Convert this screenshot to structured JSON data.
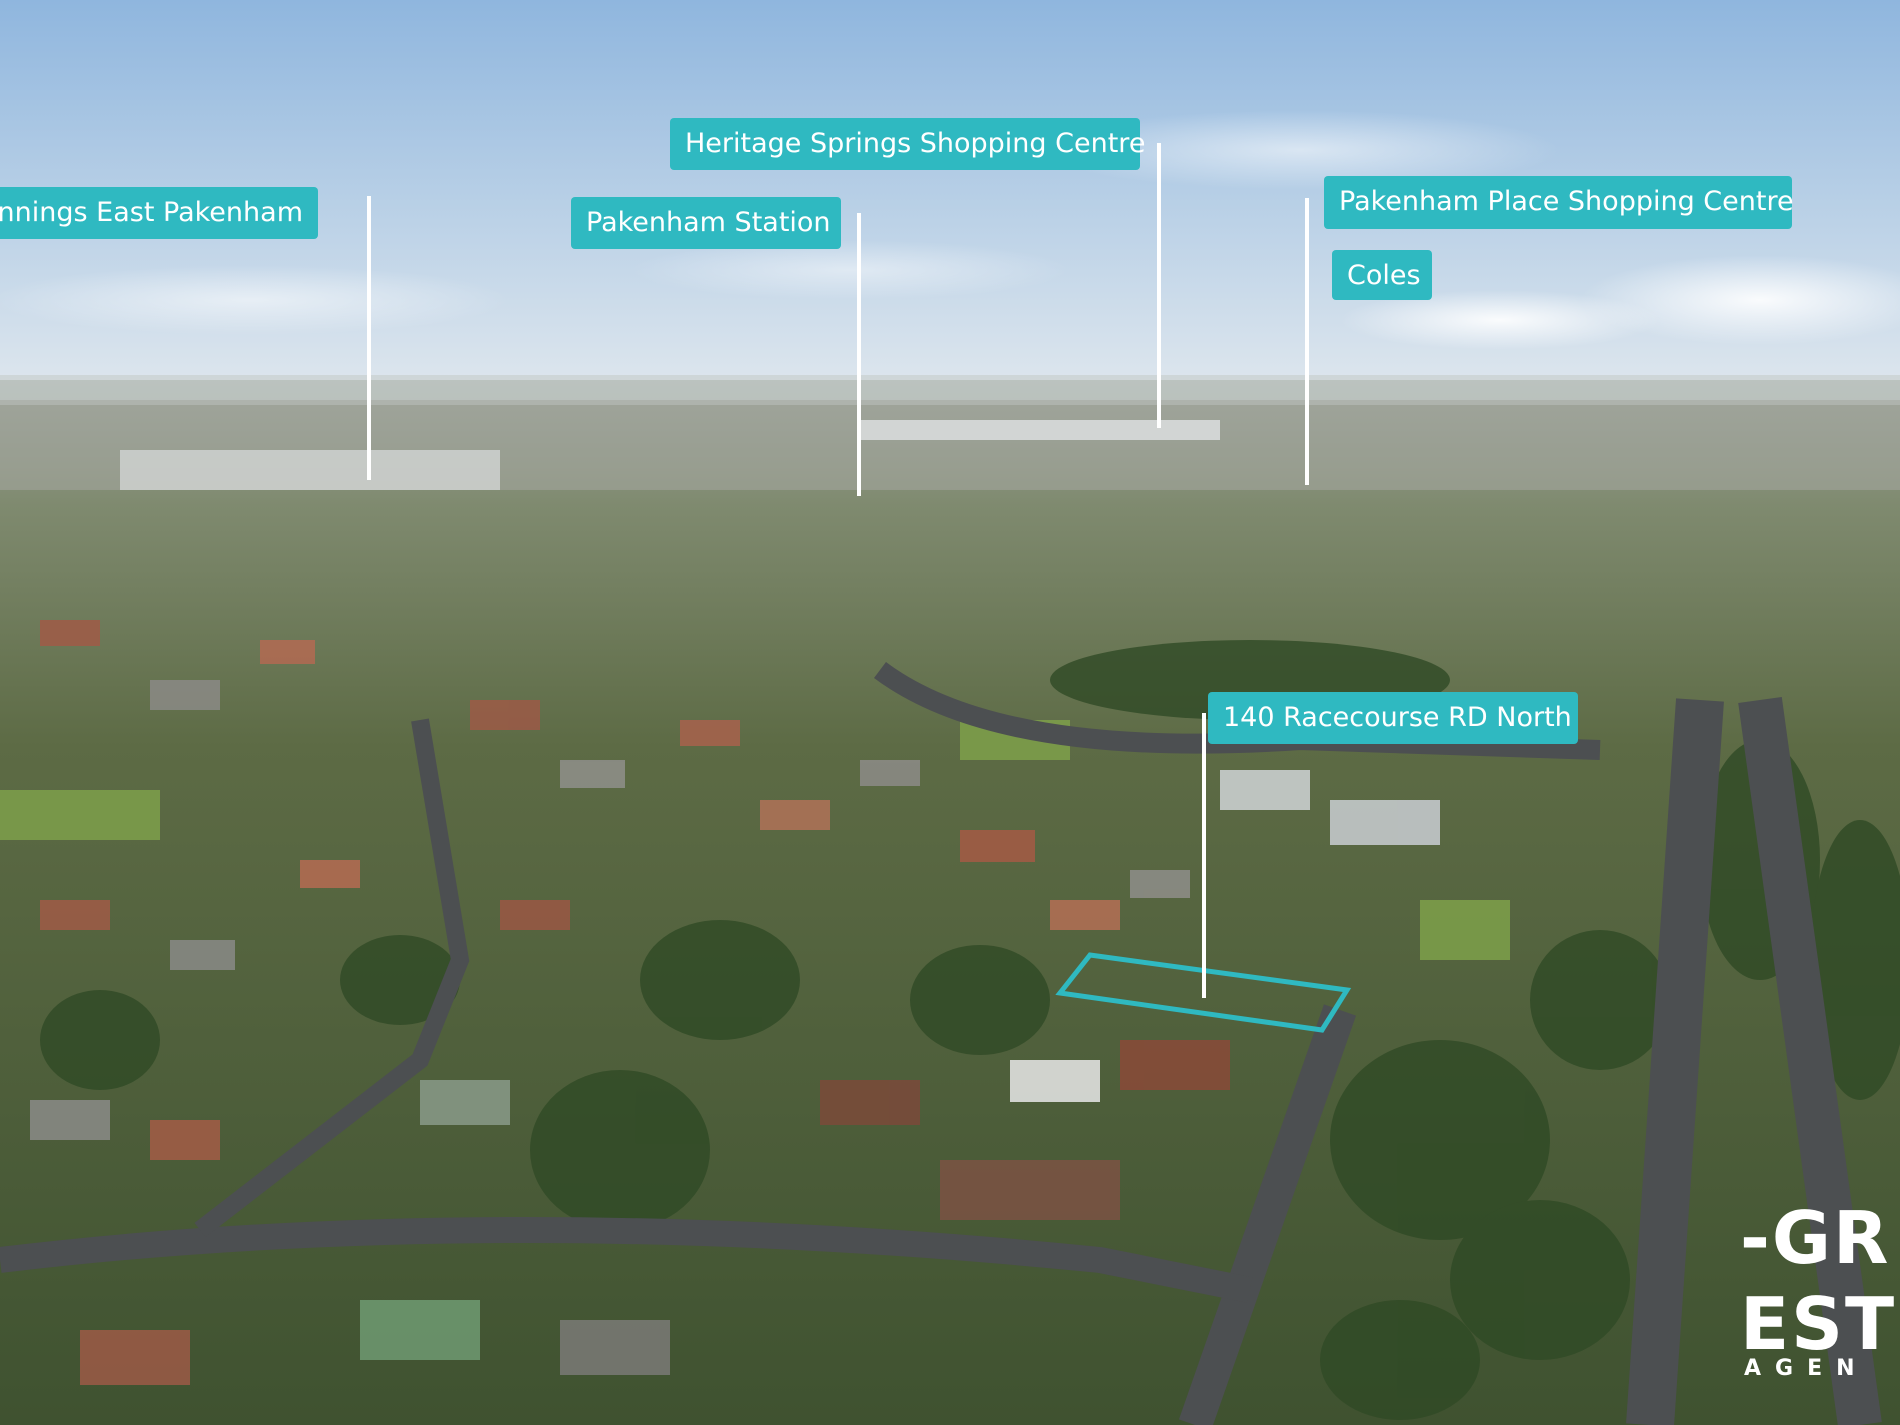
{
  "labels": {
    "bunnings": "Bunnings East Pakenham",
    "pakenham_station": "Pakenham Station",
    "heritage_springs": "Heritage Springs Shopping Centre",
    "pakenham_place": "Pakenham Place Shopping Centre",
    "coles": "Coles",
    "property": "140 Racecourse RD North"
  },
  "watermark": {
    "line1": "-GR",
    "line2": "EST",
    "line3": "AGEN"
  },
  "colors": {
    "label_bg": "#2fb9c1",
    "label_text": "#ffffff",
    "boundary": "#2fb9c1"
  }
}
